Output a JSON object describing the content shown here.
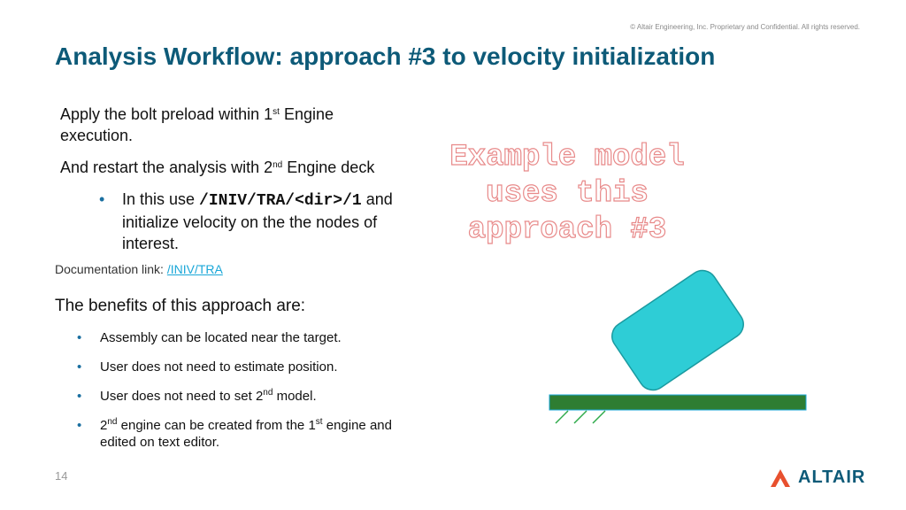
{
  "header": {
    "copyright": "© Altair Engineering, Inc. Proprietary and Confidential. All rights reserved.",
    "title": "Analysis Workflow: approach #3  to velocity initialization"
  },
  "intro": {
    "line1_pre": "Apply the bolt preload within 1",
    "line1_sup": "st",
    "line1_post": " Engine",
    "line1_cont": "execution.",
    "line2_pre": "And restart the analysis with 2",
    "line2_sup": "nd",
    "line2_post": " Engine deck",
    "bullet_pre": "In this use ",
    "bullet_code": "/INIV/TRA/<dir>/1",
    "bullet_post": " and",
    "bullet_cont1": "initialize velocity on the the nodes of",
    "bullet_cont2": "interest."
  },
  "documentation": {
    "label": "Documentation link: ",
    "link_text": "/INIV/TRA"
  },
  "benefits": {
    "heading": "The benefits of this approach are:",
    "items": [
      {
        "text": "Assembly can be located near the target."
      },
      {
        "text": "User does not need to estimate position."
      },
      {
        "pre": "User does not need to set 2",
        "sup": "nd",
        "post": " model."
      },
      {
        "pre": "2",
        "sup": "nd",
        "mid": " engine can be created from the 1",
        "sup2": "st",
        "post": " engine and",
        "cont": "edited on text editor."
      }
    ]
  },
  "overlay": {
    "lines": [
      "Example model",
      "uses this",
      "approach #3"
    ]
  },
  "footer": {
    "page_number": "14",
    "logo_text": "ALTAIR"
  },
  "colors": {
    "title": "#0d5a78",
    "block_fill": "#2ecdd6",
    "ground_fill": "#2e7d32",
    "logo_orange": "#e8502e",
    "overlay_outline": "#e88a8a"
  }
}
